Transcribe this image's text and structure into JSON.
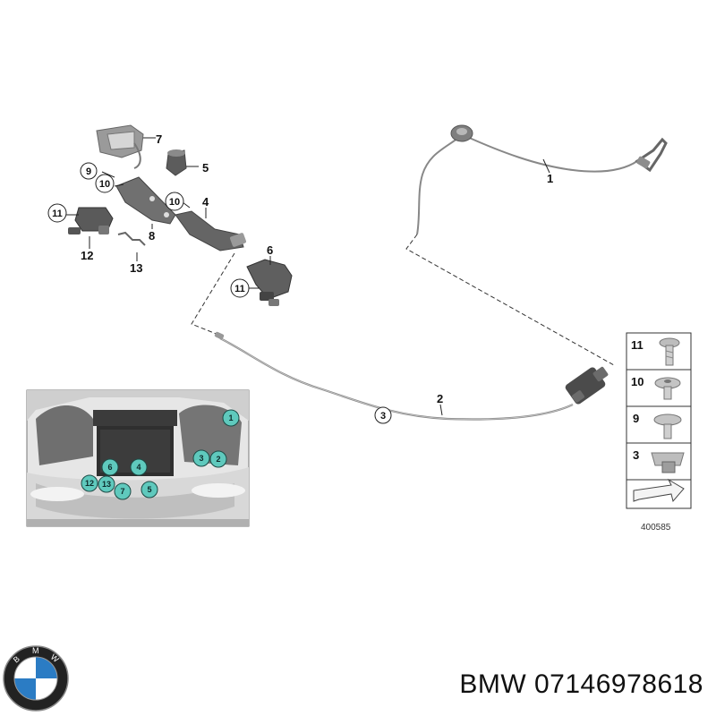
{
  "diagram": {
    "callouts": {
      "c1": "1",
      "c2": "2",
      "c4": "4",
      "c5": "5",
      "c6": "6",
      "c7": "7",
      "c8": "8",
      "c12": "12",
      "c13": "13"
    },
    "circled": {
      "k9": "9",
      "k10a": "10",
      "k10b": "10",
      "k11a": "11",
      "k11b": "11",
      "k3": "3"
    },
    "legend": [
      {
        "num": "11"
      },
      {
        "num": "10"
      },
      {
        "num": "9"
      },
      {
        "num": "3"
      }
    ],
    "photo_markers": [
      "1",
      "2",
      "3",
      "4",
      "5",
      "6",
      "7",
      "12",
      "13"
    ],
    "drawing_code": "400585",
    "marker_color": "#5fc9bd"
  },
  "footer": {
    "brand": "BMW",
    "part_number": "07146978618",
    "caption": "BMW 07146978618"
  }
}
